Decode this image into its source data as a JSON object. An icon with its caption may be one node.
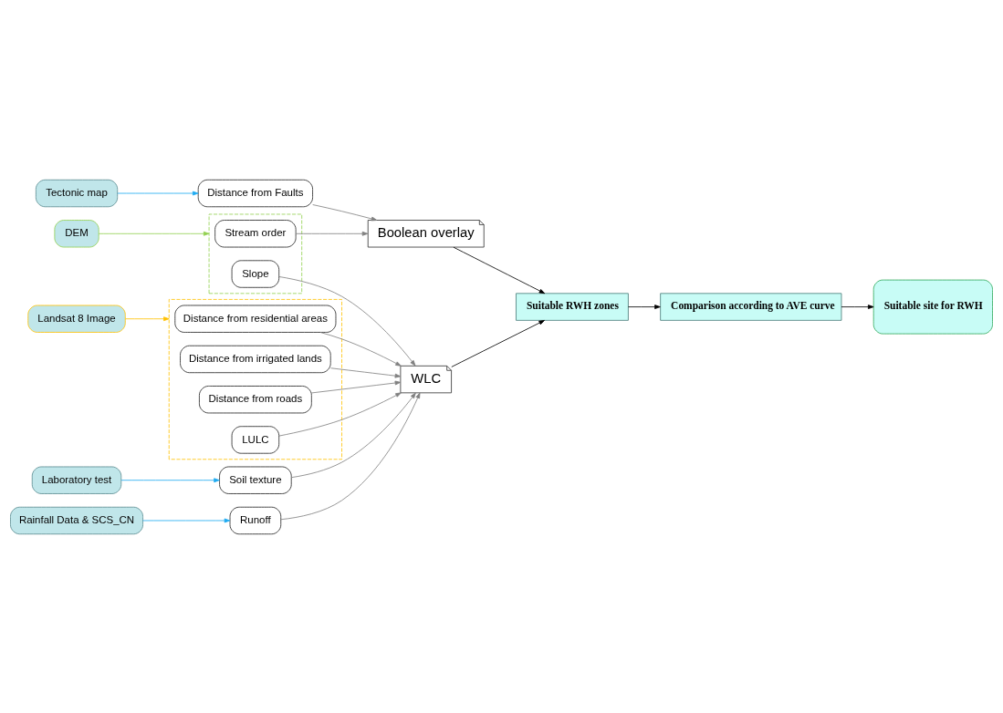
{
  "diagram": {
    "nodes": [
      {
        "text": [
          "Tectonic map"
        ]
      },
      {
        "text": [
          "Distance from Faults"
        ]
      },
      {
        "text": [
          "DEM"
        ]
      },
      {
        "text": [],
        "shape": "box"
      },
      {
        "text": [
          "Stream order"
        ],
        "in": 3
      },
      {
        "text": [
          "Slope"
        ],
        "in": 3
      },
      {
        "text": [
          "Landsat 8 Image"
        ]
      },
      {
        "text": [],
        "shape": "box"
      },
      {
        "text": [
          "Distance from residential areas"
        ],
        "in": 7
      },
      {
        "text": [
          "Distance from irrigated lands"
        ],
        "in": 7
      },
      {
        "text": [
          "Distance from roads"
        ],
        "in": 7
      },
      {
        "text": [
          "LULC"
        ],
        "in": 7
      },
      {
        "text": [
          "Laboratory test"
        ]
      },
      {
        "text": [
          "Soil texture"
        ]
      },
      {
        "text": [
          "Rainfall Data & SCS_CN"
        ]
      },
      {
        "text": [
          "Runoff"
        ]
      },
      {
        "text": [
          "Boolean overlay"
        ]
      },
      {
        "text": [
          "WLC"
        ]
      },
      {
        "text": [
          "Suitable RWH zones"
        ]
      },
      {
        "text": [
          "Comparison according to AVE curve"
        ]
      },
      {
        "text": [
          "Suitable site for RWH"
        ]
      }
    ],
    "edges": [
      {
        "from": 0,
        "to": 1,
        "arrow": "to",
        "color": "#1eaaf1"
      },
      {
        "from": 2,
        "to": 3,
        "arrow": "to",
        "color": "#92d050"
      },
      {
        "from": 6,
        "to": 7,
        "arrow": "to",
        "color": "#ffc000"
      },
      {
        "from": 12,
        "to": 13,
        "arrow": "to",
        "color": "#1eaaf1"
      },
      {
        "from": 14,
        "to": 15,
        "arrow": "to",
        "color": "#1eaaf1"
      },
      {
        "from": 1,
        "to": 16,
        "arrow": "to"
      },
      {
        "from": 4,
        "to": 16,
        "arrow": "to"
      },
      {
        "from": 5,
        "to": 17,
        "arrow": "to"
      },
      {
        "from": 8,
        "to": 17,
        "arrow": "to"
      },
      {
        "from": 9,
        "to": 17,
        "arrow": "to"
      },
      {
        "from": 10,
        "to": 17,
        "arrow": "to"
      },
      {
        "from": 11,
        "to": 17,
        "arrow": "to"
      },
      {
        "from": 13,
        "to": 17,
        "arrow": "to"
      },
      {
        "from": 15,
        "to": 17,
        "arrow": "to"
      },
      {
        "from": 16,
        "to": 18,
        "arrow": "to",
        "color": "#000000"
      },
      {
        "from": 17,
        "to": 18,
        "arrow": "to",
        "color": "#000000"
      },
      {
        "from": 18,
        "to": 19,
        "arrow": "to",
        "color": "#000000"
      },
      {
        "from": 19,
        "to": 20,
        "arrow": "to",
        "color": "#000000"
      }
    ]
  }
}
